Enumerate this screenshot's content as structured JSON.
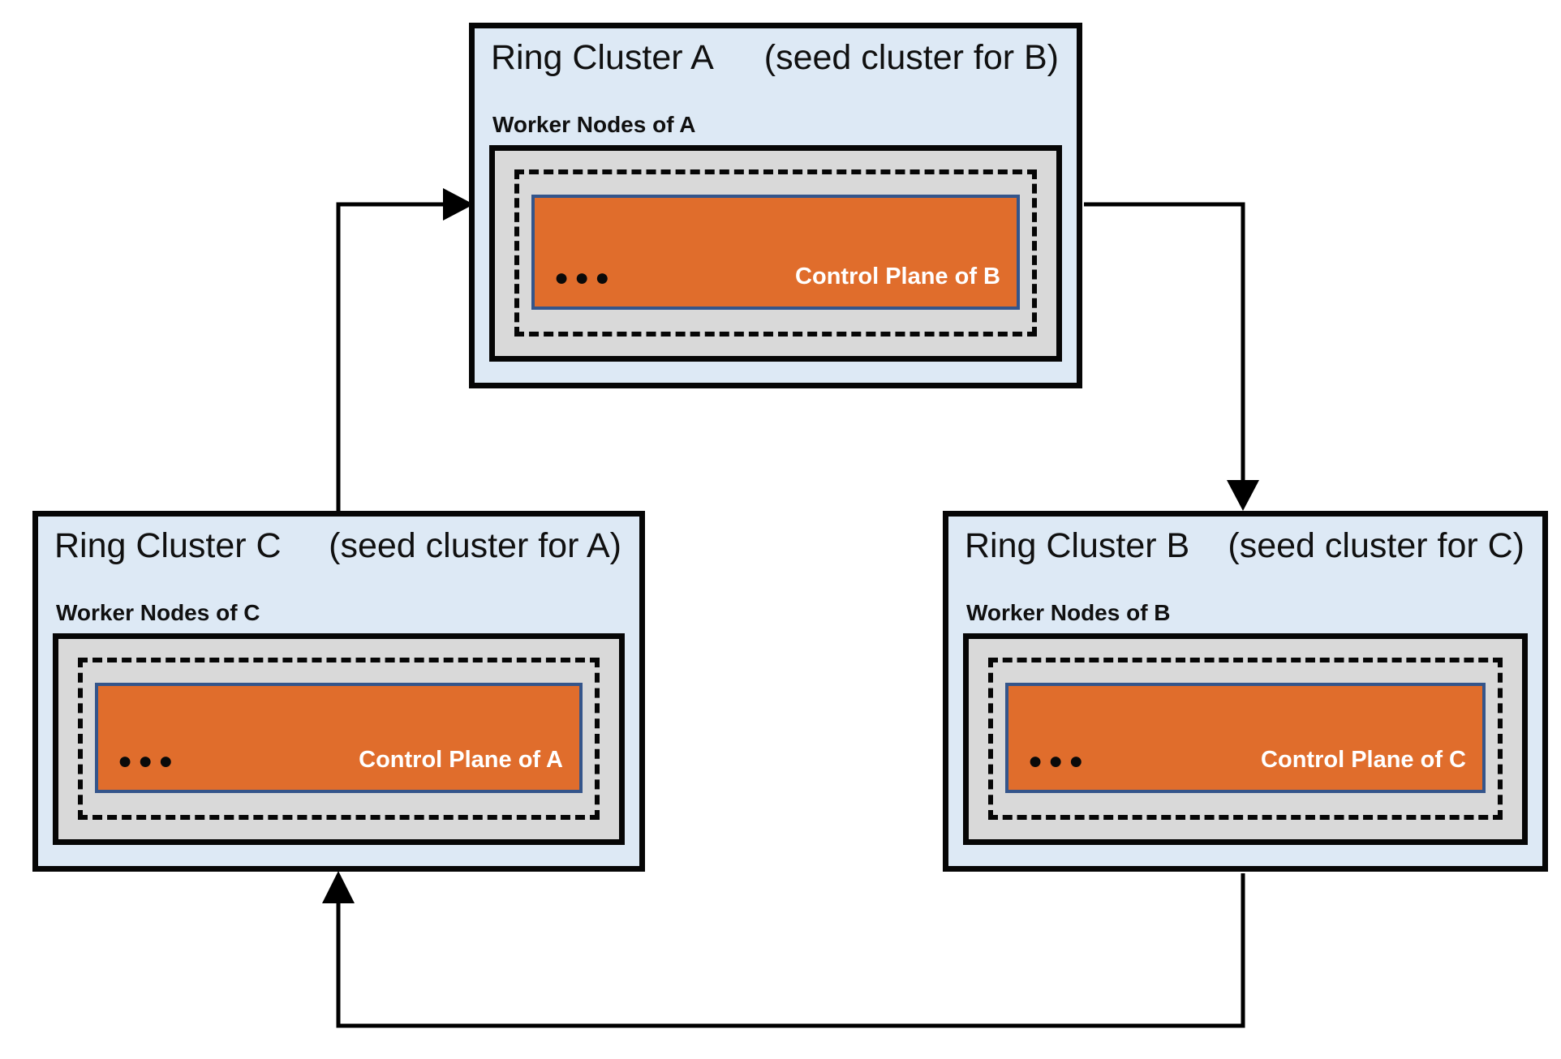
{
  "clusters": [
    {
      "id": "A",
      "title": "Ring Cluster A",
      "subtitle": "(seed cluster for B)",
      "worker_label": "Worker Nodes of A",
      "control_plane_label": "Control Plane of B",
      "dots": "●●●"
    },
    {
      "id": "B",
      "title": "Ring Cluster B",
      "subtitle": "(seed cluster for C)",
      "worker_label": "Worker Nodes of B",
      "control_plane_label": "Control Plane of C",
      "dots": "●●●"
    },
    {
      "id": "C",
      "title": "Ring Cluster C",
      "subtitle": "(seed cluster for A)",
      "worker_label": "Worker Nodes of C",
      "control_plane_label": "Control Plane of A",
      "dots": "●●●"
    }
  ],
  "arrows": [
    {
      "from": "Ring Cluster C",
      "to": "Ring Cluster A"
    },
    {
      "from": "Ring Cluster A",
      "to": "Ring Cluster B"
    },
    {
      "from": "Ring Cluster B",
      "to": "Ring Cluster C"
    }
  ],
  "colors": {
    "page_background": "#ffffff",
    "cluster_fill": "#dde9f5",
    "worker_container_fill": "#d9d9d9",
    "control_plane_fill": "#e06d2c",
    "control_plane_border": "#34558b",
    "line_color": "#000000"
  }
}
